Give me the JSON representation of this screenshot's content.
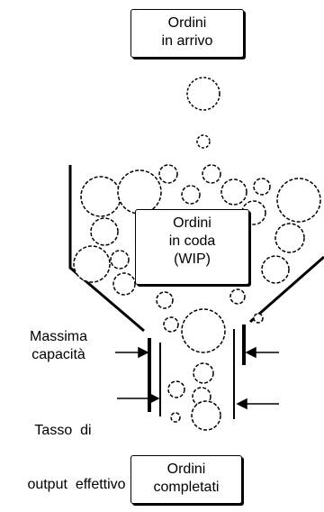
{
  "boxes": {
    "incoming": {
      "line1": "Ordini",
      "line2": "in arrivo"
    },
    "queue": {
      "line1": "Ordini",
      "line2": "in coda",
      "line3": "(WIP)"
    },
    "completed": {
      "line1": "Ordini",
      "line2": "completati"
    }
  },
  "labels": {
    "max_capacity_line1": "Massima",
    "max_capacity_line2": "capacità",
    "output_rate_line1": "Tasso  di",
    "output_rate_line2": "output  effettivo"
  },
  "colors": {
    "stroke": "#000000",
    "background": "#ffffff"
  }
}
